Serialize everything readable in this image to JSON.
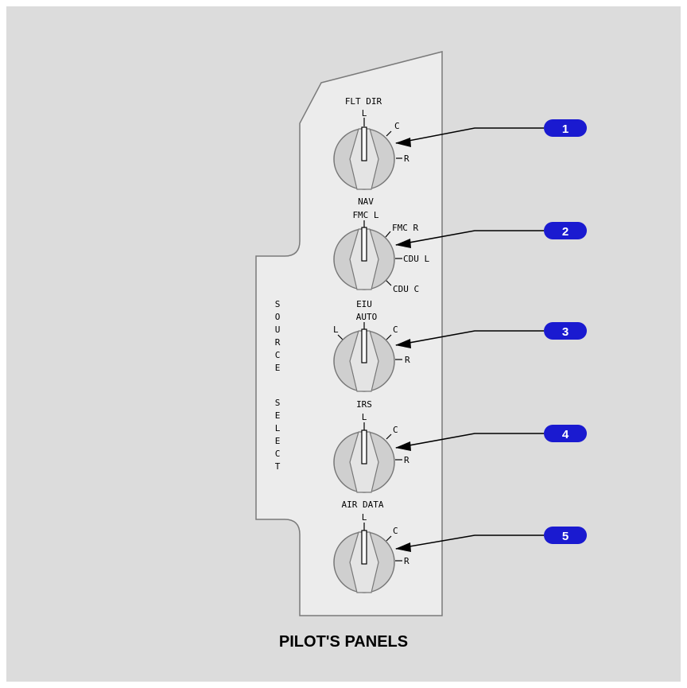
{
  "caption": "PILOT'S PANELS",
  "side_label": {
    "word1": [
      "S",
      "O",
      "U",
      "R",
      "C",
      "E"
    ],
    "word2": [
      "S",
      "E",
      "L",
      "E",
      "C",
      "T"
    ]
  },
  "colors": {
    "background": "#dcdcdc",
    "panel": "#ececec",
    "panel_edge": "#7a7a7a",
    "callout": "#1a1ad0"
  },
  "selectors": [
    {
      "title": "FLT DIR",
      "callout": "1",
      "positions": [
        "L",
        "C",
        "R"
      ]
    },
    {
      "title": "NAV",
      "callout": "2",
      "positions": [
        "FMC L",
        "FMC R",
        "CDU L",
        "CDU C"
      ]
    },
    {
      "title": "EIU",
      "callout": "3",
      "positions": [
        "AUTO",
        "L",
        "C",
        "R"
      ]
    },
    {
      "title": "IRS",
      "callout": "4",
      "positions": [
        "L",
        "C",
        "R"
      ]
    },
    {
      "title": "AIR DATA",
      "callout": "5",
      "positions": [
        "L",
        "C",
        "R"
      ]
    }
  ]
}
